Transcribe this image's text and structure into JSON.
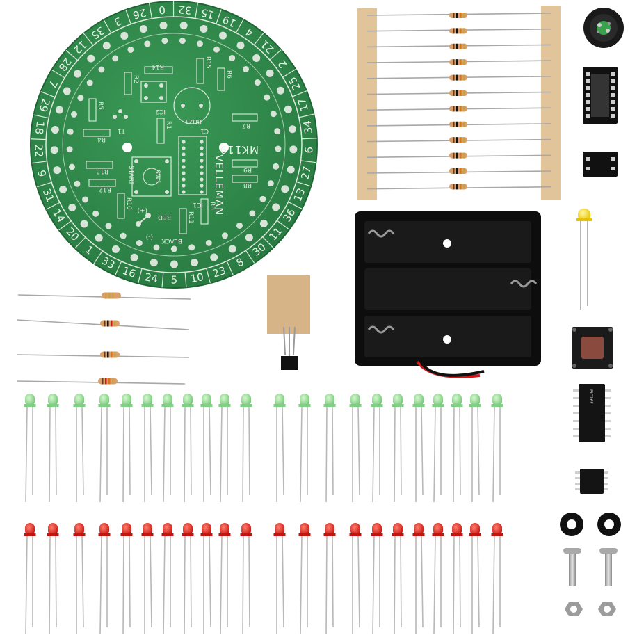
{
  "product": {
    "brand": "VELLEMAN",
    "model": "MK119"
  },
  "pcb": {
    "outer_ring_numbers": [
      "0",
      "32",
      "15",
      "19",
      "4",
      "21",
      "2",
      "25",
      "17",
      "34",
      "6",
      "27",
      "13",
      "36",
      "11",
      "30",
      "8",
      "23",
      "10",
      "5",
      "24",
      "16",
      "33",
      "1",
      "20",
      "14",
      "31",
      "9",
      "22",
      "18",
      "29",
      "7",
      "28",
      "12",
      "35",
      "3",
      "26"
    ],
    "silkscreen": {
      "r14": "R14",
      "r15": "R15",
      "r6": "R6",
      "r2": "R2",
      "ic2": "IC2",
      "buz1": "BUZ1",
      "r5": "R5",
      "t1": "T1",
      "r1": "R1",
      "r7": "R7",
      "r4": "R4",
      "c1": "C1",
      "r13": "R13",
      "start": "START",
      "sw1": "SW1",
      "r12": "R12",
      "r9": "R9",
      "r8": "R8",
      "ic1": "IC1",
      "r10": "R10",
      "red": "RED",
      "plus": "(+)",
      "r11": "R11",
      "r3": "R3",
      "black": "BLACK",
      "minus": "(-)"
    }
  },
  "parts": {
    "chip_marking": "PIC16F"
  },
  "colors": {
    "pcb_green": "#2f8a4a",
    "pcb_dark": "#226b38",
    "silkscreen": "#e9f2e9",
    "pad": "#d9e4d9",
    "led_green": "#8fd890",
    "led_red": "#e0201c",
    "resistor_body": "#d9a06a",
    "resistor_tape": "#e2c49a",
    "holder_black": "#111111",
    "screw": "#b9b9b9"
  }
}
